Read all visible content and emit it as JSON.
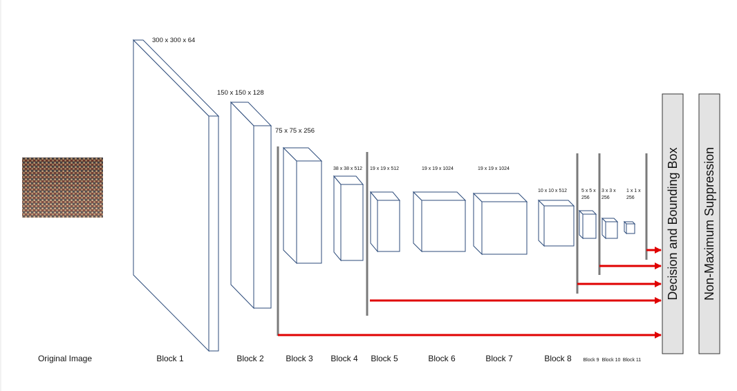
{
  "colors": {
    "box_outline": "#2b4a7a",
    "tap_bar": "#7a7a7a",
    "arrow": "#e00000",
    "stage_fill": "#e3e3e3"
  },
  "input": {
    "caption": "Original Image",
    "image_description_icon": "crowd-photo-icon"
  },
  "blocks": [
    {
      "id": "b1",
      "caption": "Block 1",
      "dims": "300 x 300 x 64"
    },
    {
      "id": "b2",
      "caption": "Block 2",
      "dims": "150 x 150 x 128"
    },
    {
      "id": "b3",
      "caption": "Block 3",
      "dims": "75 x 75 x 256"
    },
    {
      "id": "b4",
      "caption": "Block 4",
      "dims": "38 x 38 x 512"
    },
    {
      "id": "b5",
      "caption": "Block 5",
      "dims": "19 x 19 x 512"
    },
    {
      "id": "b6",
      "caption": "Block 6",
      "dims": "19 x 19 x 1024"
    },
    {
      "id": "b7",
      "caption": "Block 7",
      "dims": "19 x 19 x 1024"
    },
    {
      "id": "b8",
      "caption": "Block 8",
      "dims": "10 x 10 x 512"
    },
    {
      "id": "b9",
      "caption": "Block 9",
      "dims_lines": [
        "5 x 5 x",
        "256"
      ]
    },
    {
      "id": "b10",
      "caption": "Block 10",
      "dims_lines": [
        "3 x 3 x",
        "256"
      ]
    },
    {
      "id": "b11",
      "caption": "Block 11",
      "dims_lines": [
        "1 x 1 x",
        "256"
      ]
    }
  ],
  "stages": [
    {
      "id": "decision",
      "label": "Decision and Bounding Box"
    },
    {
      "id": "nms",
      "label": "Non-Maximum Suppression"
    }
  ]
}
